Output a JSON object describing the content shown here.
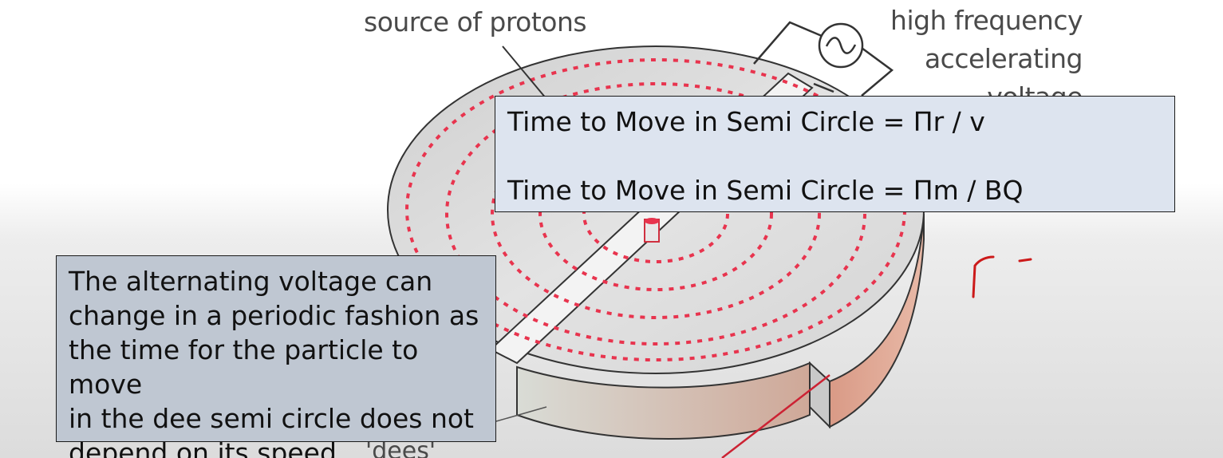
{
  "labels": {
    "source": "source of protons",
    "high_frequency": [
      "high frequency",
      "accelerating",
      "voltage"
    ],
    "dees": "'dees'"
  },
  "formula_box": {
    "line1": "Time to Move in Semi Circle = Πr / v",
    "line2": "Time to Move in Semi Circle = Πm / BQ"
  },
  "note_box": {
    "lines": [
      "The alternating voltage can",
      "change in a periodic fashion as",
      "the time for the particle to move",
      "in the dee semi circle does not",
      "depend on its speed."
    ]
  },
  "colors": {
    "path_dashes": "#e8344e",
    "annotation": "#cc1a1a",
    "formula_bg": "#dde4ef",
    "note_bg": "#bfc7d2"
  }
}
